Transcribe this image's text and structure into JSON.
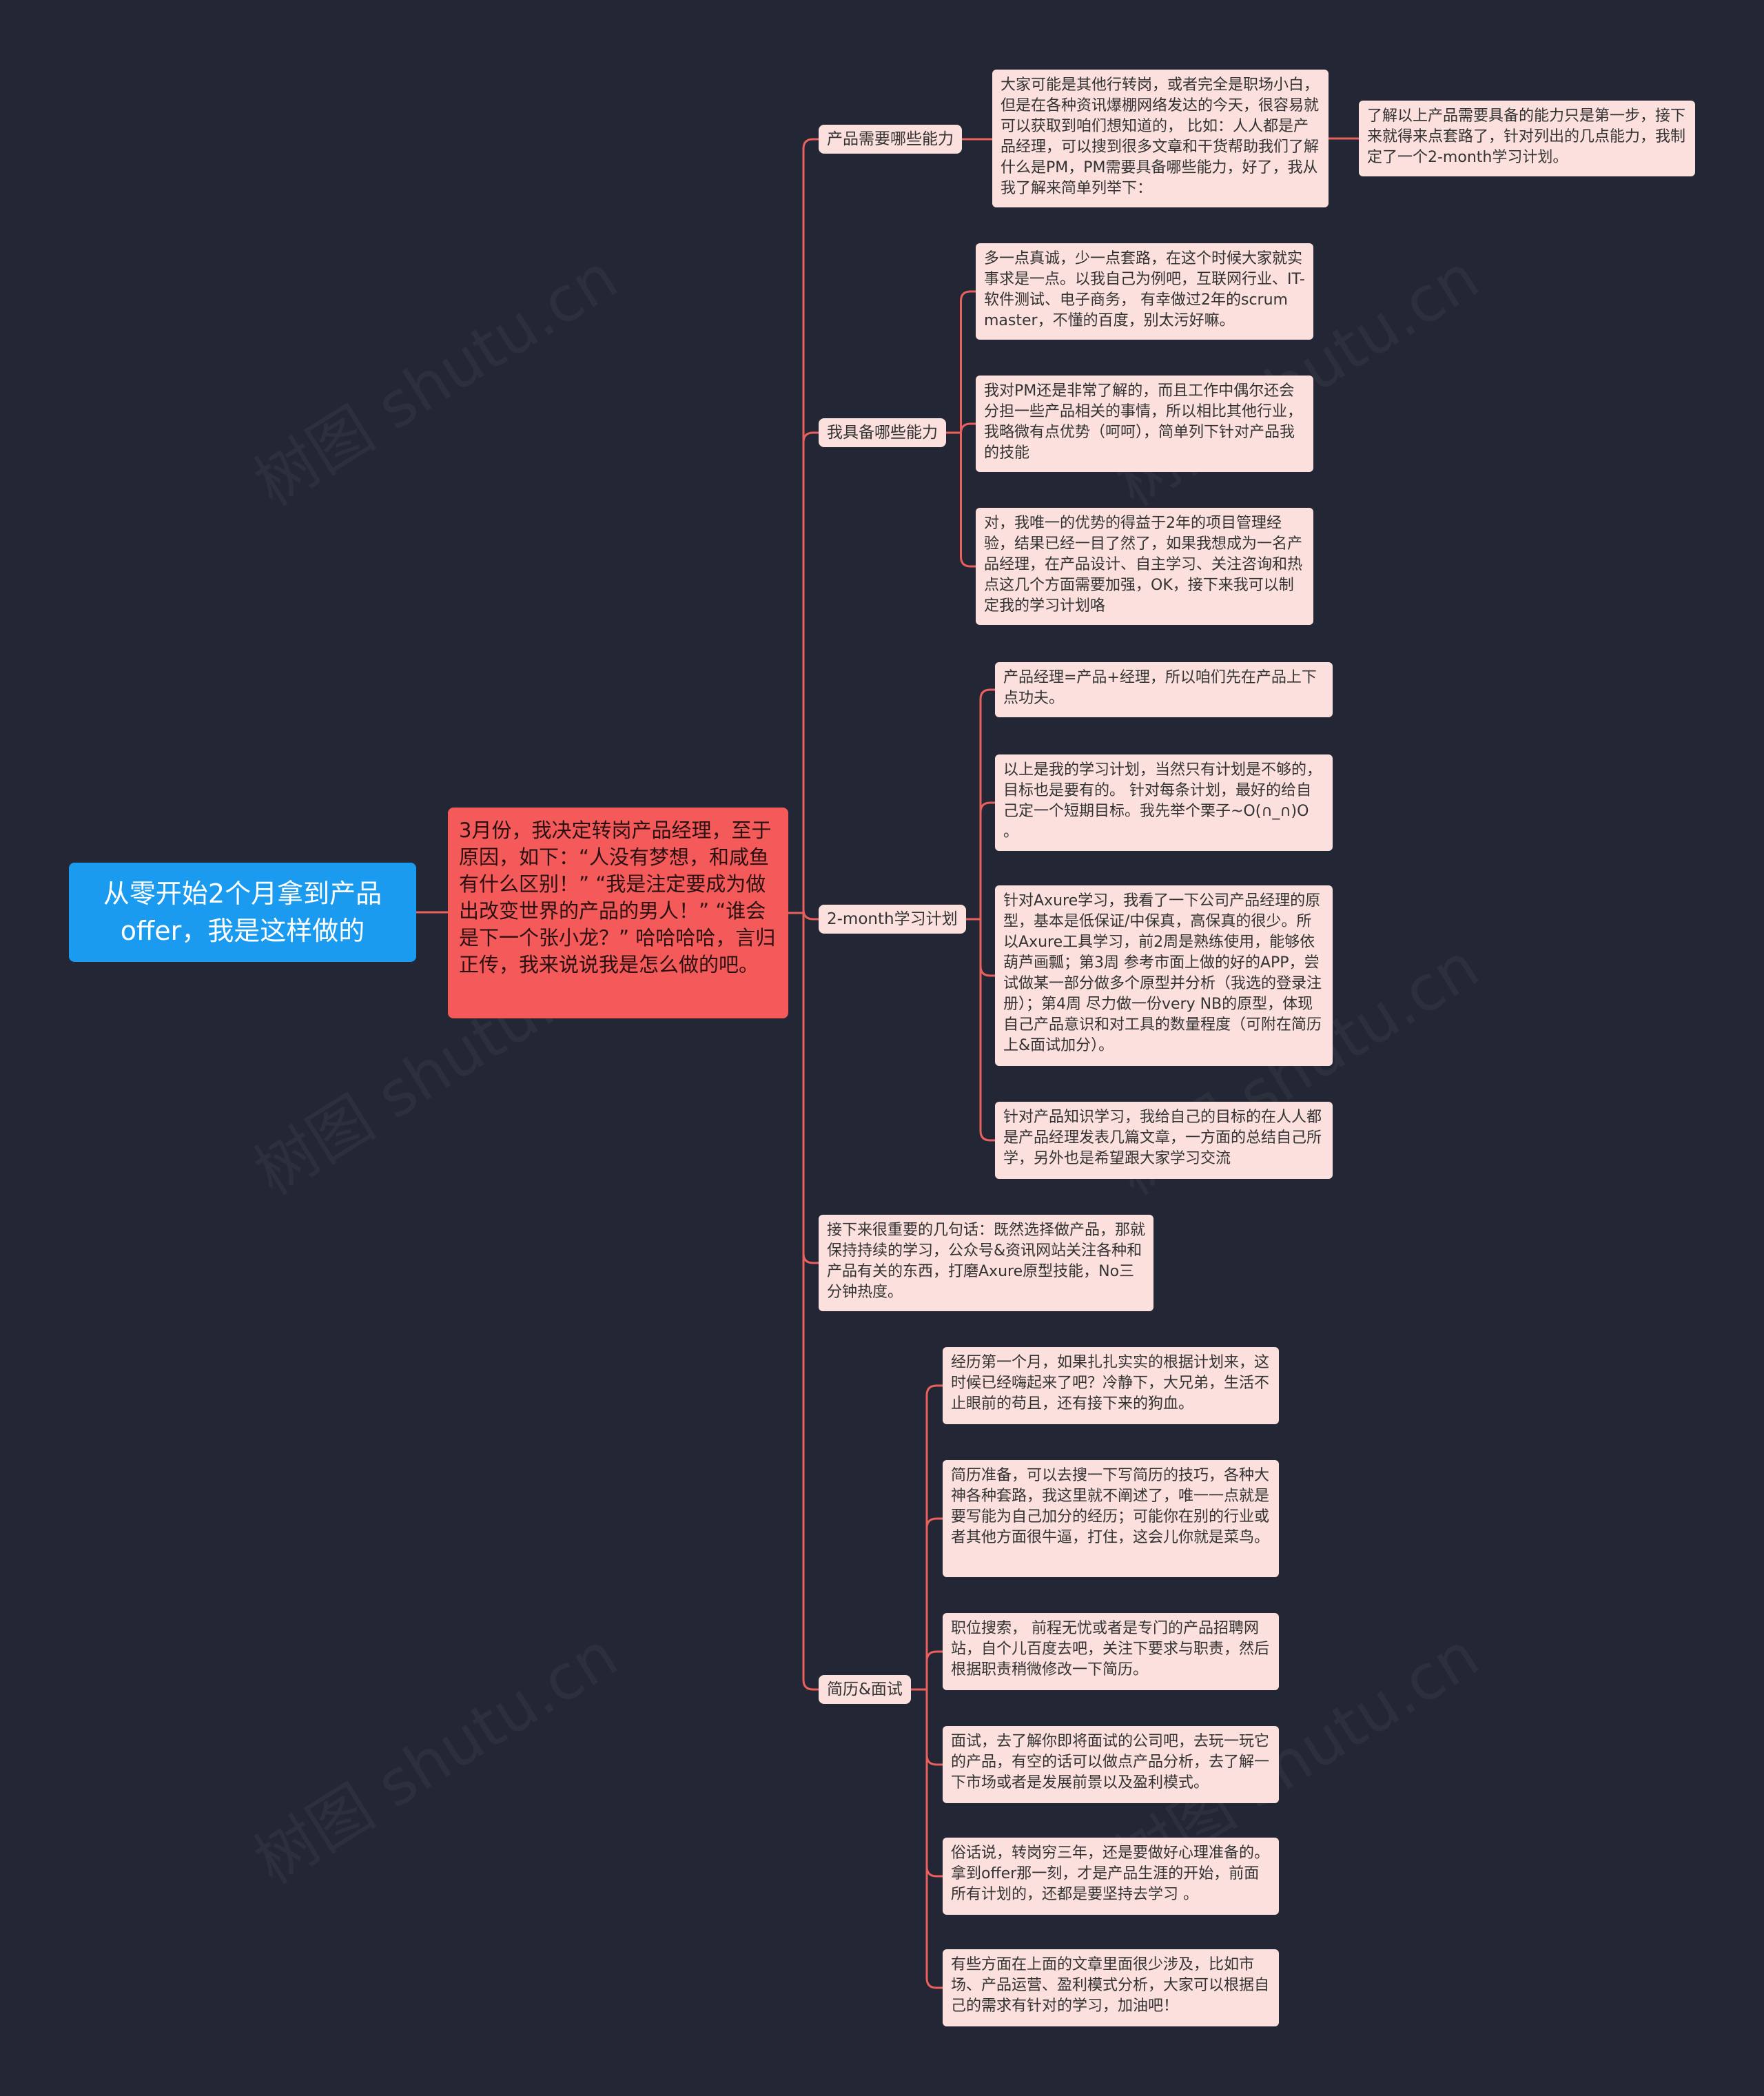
{
  "root": {
    "title": "从零开始2个月拿到产品offer，我是这样做的"
  },
  "intro": {
    "text": "3月份，我决定转岗产品经理，至于原因，如下：“人没有梦想，和咸鱼有什么区别！” “我是注定要成为做出改变世界的产品的男人！” “谁会是下一个张小龙？” 哈哈哈哈，言归正传，我来说说我是怎么做的吧。"
  },
  "branches": [
    {
      "label": "产品需要哪些能力",
      "children": [
        {
          "text": "大家可能是其他行转岗，或者完全是职场小白，但是在各种资讯爆棚网络发达的今天，很容易就可以获取到咱们想知道的， 比如：人人都是产品经理，可以搜到很多文章和干货帮助我们了解什么是PM，PM需要具备哪些能力，好了，我从我了解来简单列举下："
        }
      ],
      "followup": "了解以上产品需要具备的能力只是第一步，接下来就得来点套路了，针对列出的几点能力，我制定了一个2-month学习计划。"
    },
    {
      "label": "我具备哪些能力",
      "children": [
        {
          "text": "多一点真诚，少一点套路，在这个时候大家就实事求是一点。以我自己为例吧，互联网行业、IT-软件测试、电子商务， 有幸做过2年的scrum master，不懂的百度，别太污好嘛。"
        },
        {
          "text": "我对PM还是非常了解的，而且工作中偶尔还会分担一些产品相关的事情，所以相比其他行业，我略微有点优势（呵呵），简单列下针对产品我的技能"
        },
        {
          "text": "对，我唯一的优势的得益于2年的项目管理经验，结果已经一目了然了，如果我想成为一名产品经理，在产品设计、自主学习、关注咨询和热点这几个方面需要加强，OK，接下来我可以制定我的学习计划咯"
        }
      ]
    },
    {
      "label": "2-month学习计划",
      "children": [
        {
          "text": "产品经理=产品+经理，所以咱们先在产品上下点功夫。"
        },
        {
          "text": "以上是我的学习计划，当然只有计划是不够的，目标也是要有的。 针对每条计划，最好的给自己定一个短期目标。我先举个栗子~O(∩_∩)O 。"
        },
        {
          "text": "针对Axure学习，我看了一下公司产品经理的原型，基本是低保证/中保真，高保真的很少。所以Axure工具学习，前2周是熟练使用，能够依葫芦画瓢；第3周 参考市面上做的好的APP，尝试做某一部分做多个原型并分析（我选的登录注册）；第4周 尽力做一份very NB的原型，体现自己产品意识和对工具的数量程度（可附在简历上&面试加分）。"
        },
        {
          "text": "针对产品知识学习，我给自己的目标的在人人都是产品经理发表几篇文章，一方面的总结自己所学，另外也是希望跟大家学习交流"
        }
      ]
    },
    {
      "label": "接下来很重要的几句话：既然选择做产品，那就保持持续的学习，公众号&资讯网站关注各种和产品有关的东西，打磨Axure原型技能，No三分钟热度。",
      "children": []
    },
    {
      "label": "简历&面试",
      "children": [
        {
          "text": "经历第一个月，如果扎扎实实的根据计划来，这时候已经嗨起来了吧？冷静下，大兄弟，生活不止眼前的苟且，还有接下来的狗血。"
        },
        {
          "text": "简历准备，可以去搜一下写简历的技巧，各种大神各种套路，我这里就不阐述了，唯一一点就是要写能为自己加分的经历；可能你在别的行业或者其他方面很牛逼，打住，这会儿你就是菜鸟。"
        },
        {
          "text": "职位搜索， 前程无忧或者是专门的产品招聘网站，自个儿百度去吧，关注下要求与职责，然后根据职责稍微修改一下简历。"
        },
        {
          "text": "面试，去了解你即将面试的公司吧，去玩一玩它的产品，有空的话可以做点产品分析，去了解一下市场或者是发展前景以及盈利模式。"
        },
        {
          "text": "俗话说，转岗穷三年，还是要做好心理准备的。拿到offer那一刻，才是产品生涯的开始，前面所有计划的，还都是要坚持去学习 。"
        },
        {
          "text": "有些方面在上面的文章里面很少涉及，比如市场、产品运营、盈利模式分析，大家可以根据自己的需求有针对的学习，加油吧！"
        }
      ]
    }
  ],
  "watermark": "树图 shutu.cn",
  "colors": {
    "background": "#232634",
    "root": "#1a9bf0",
    "intro": "#f45a5a",
    "node": "#fbe0de",
    "line": "#e9605c"
  }
}
